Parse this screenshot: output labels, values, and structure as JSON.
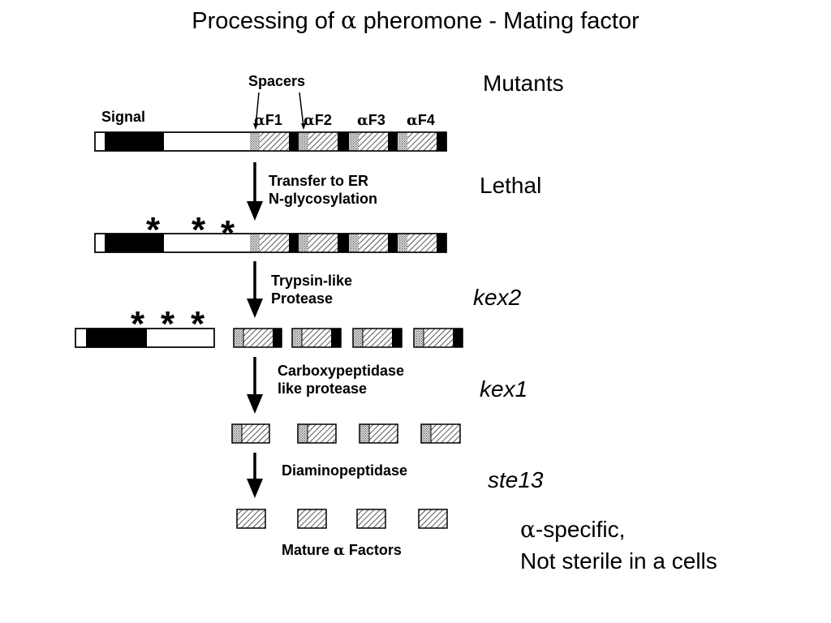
{
  "title": {
    "prefix": "Processing of ",
    "greek": "α",
    "suffix": " pheromone - Mating factor"
  },
  "labels": {
    "signal": "Signal",
    "spacers": "Spacers",
    "factors": [
      "F1",
      "F2",
      "F3",
      "F4"
    ],
    "alpha": "α",
    "step1": [
      "Transfer to ER",
      "N-glycosylation"
    ],
    "step2": [
      "Trypsin-like",
      "Protease"
    ],
    "step3": [
      "Carboxypeptidase",
      "like protease"
    ],
    "step4": "Diaminopeptidase",
    "final_prefix": "Mature ",
    "final_suffix": " Factors",
    "glyco_mark": "*"
  },
  "mutants": {
    "header": "Mutants",
    "step1": "Lethal",
    "step2": "kex2",
    "step3": "kex1",
    "step4": "ste13",
    "note_line1_suffix": "-specific,",
    "note_line2": "Not sterile in a cells"
  },
  "colors": {
    "signal": "#000000",
    "spacer": "#c8c8c8",
    "factor_hatch": "#000000",
    "background": "#ffffff"
  }
}
